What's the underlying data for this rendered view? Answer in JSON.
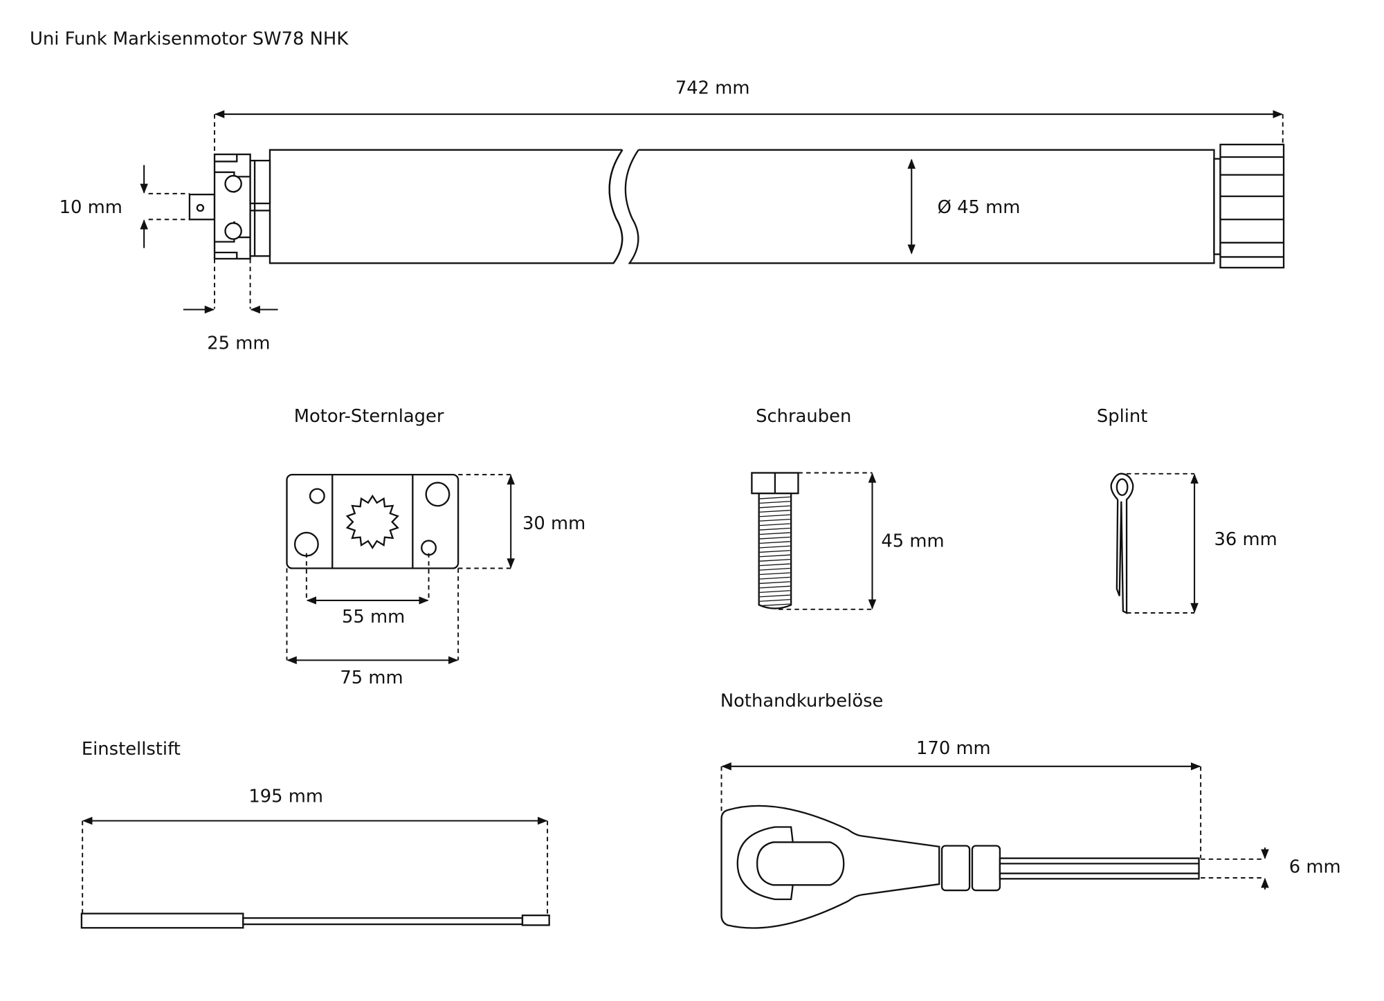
{
  "title": "Uni Funk Markisenmotor SW78 NHK",
  "motor": {
    "length": "742 mm",
    "diameter": "Ø 45 mm",
    "pin": "10 mm",
    "head": "25 mm"
  },
  "sternlager": {
    "label": "Motor-Sternlager",
    "height": "30 mm",
    "hole_spacing": "55 mm",
    "width": "75 mm"
  },
  "schrauben": {
    "label": "Schrauben",
    "length": "45 mm"
  },
  "splint": {
    "label": "Splint",
    "length": "36 mm"
  },
  "einstellstift": {
    "label": "Einstellstift",
    "length": "195 mm"
  },
  "kurbel": {
    "label": "Nothandkurbelöse",
    "length": "170 mm",
    "diameter": "6 mm"
  }
}
